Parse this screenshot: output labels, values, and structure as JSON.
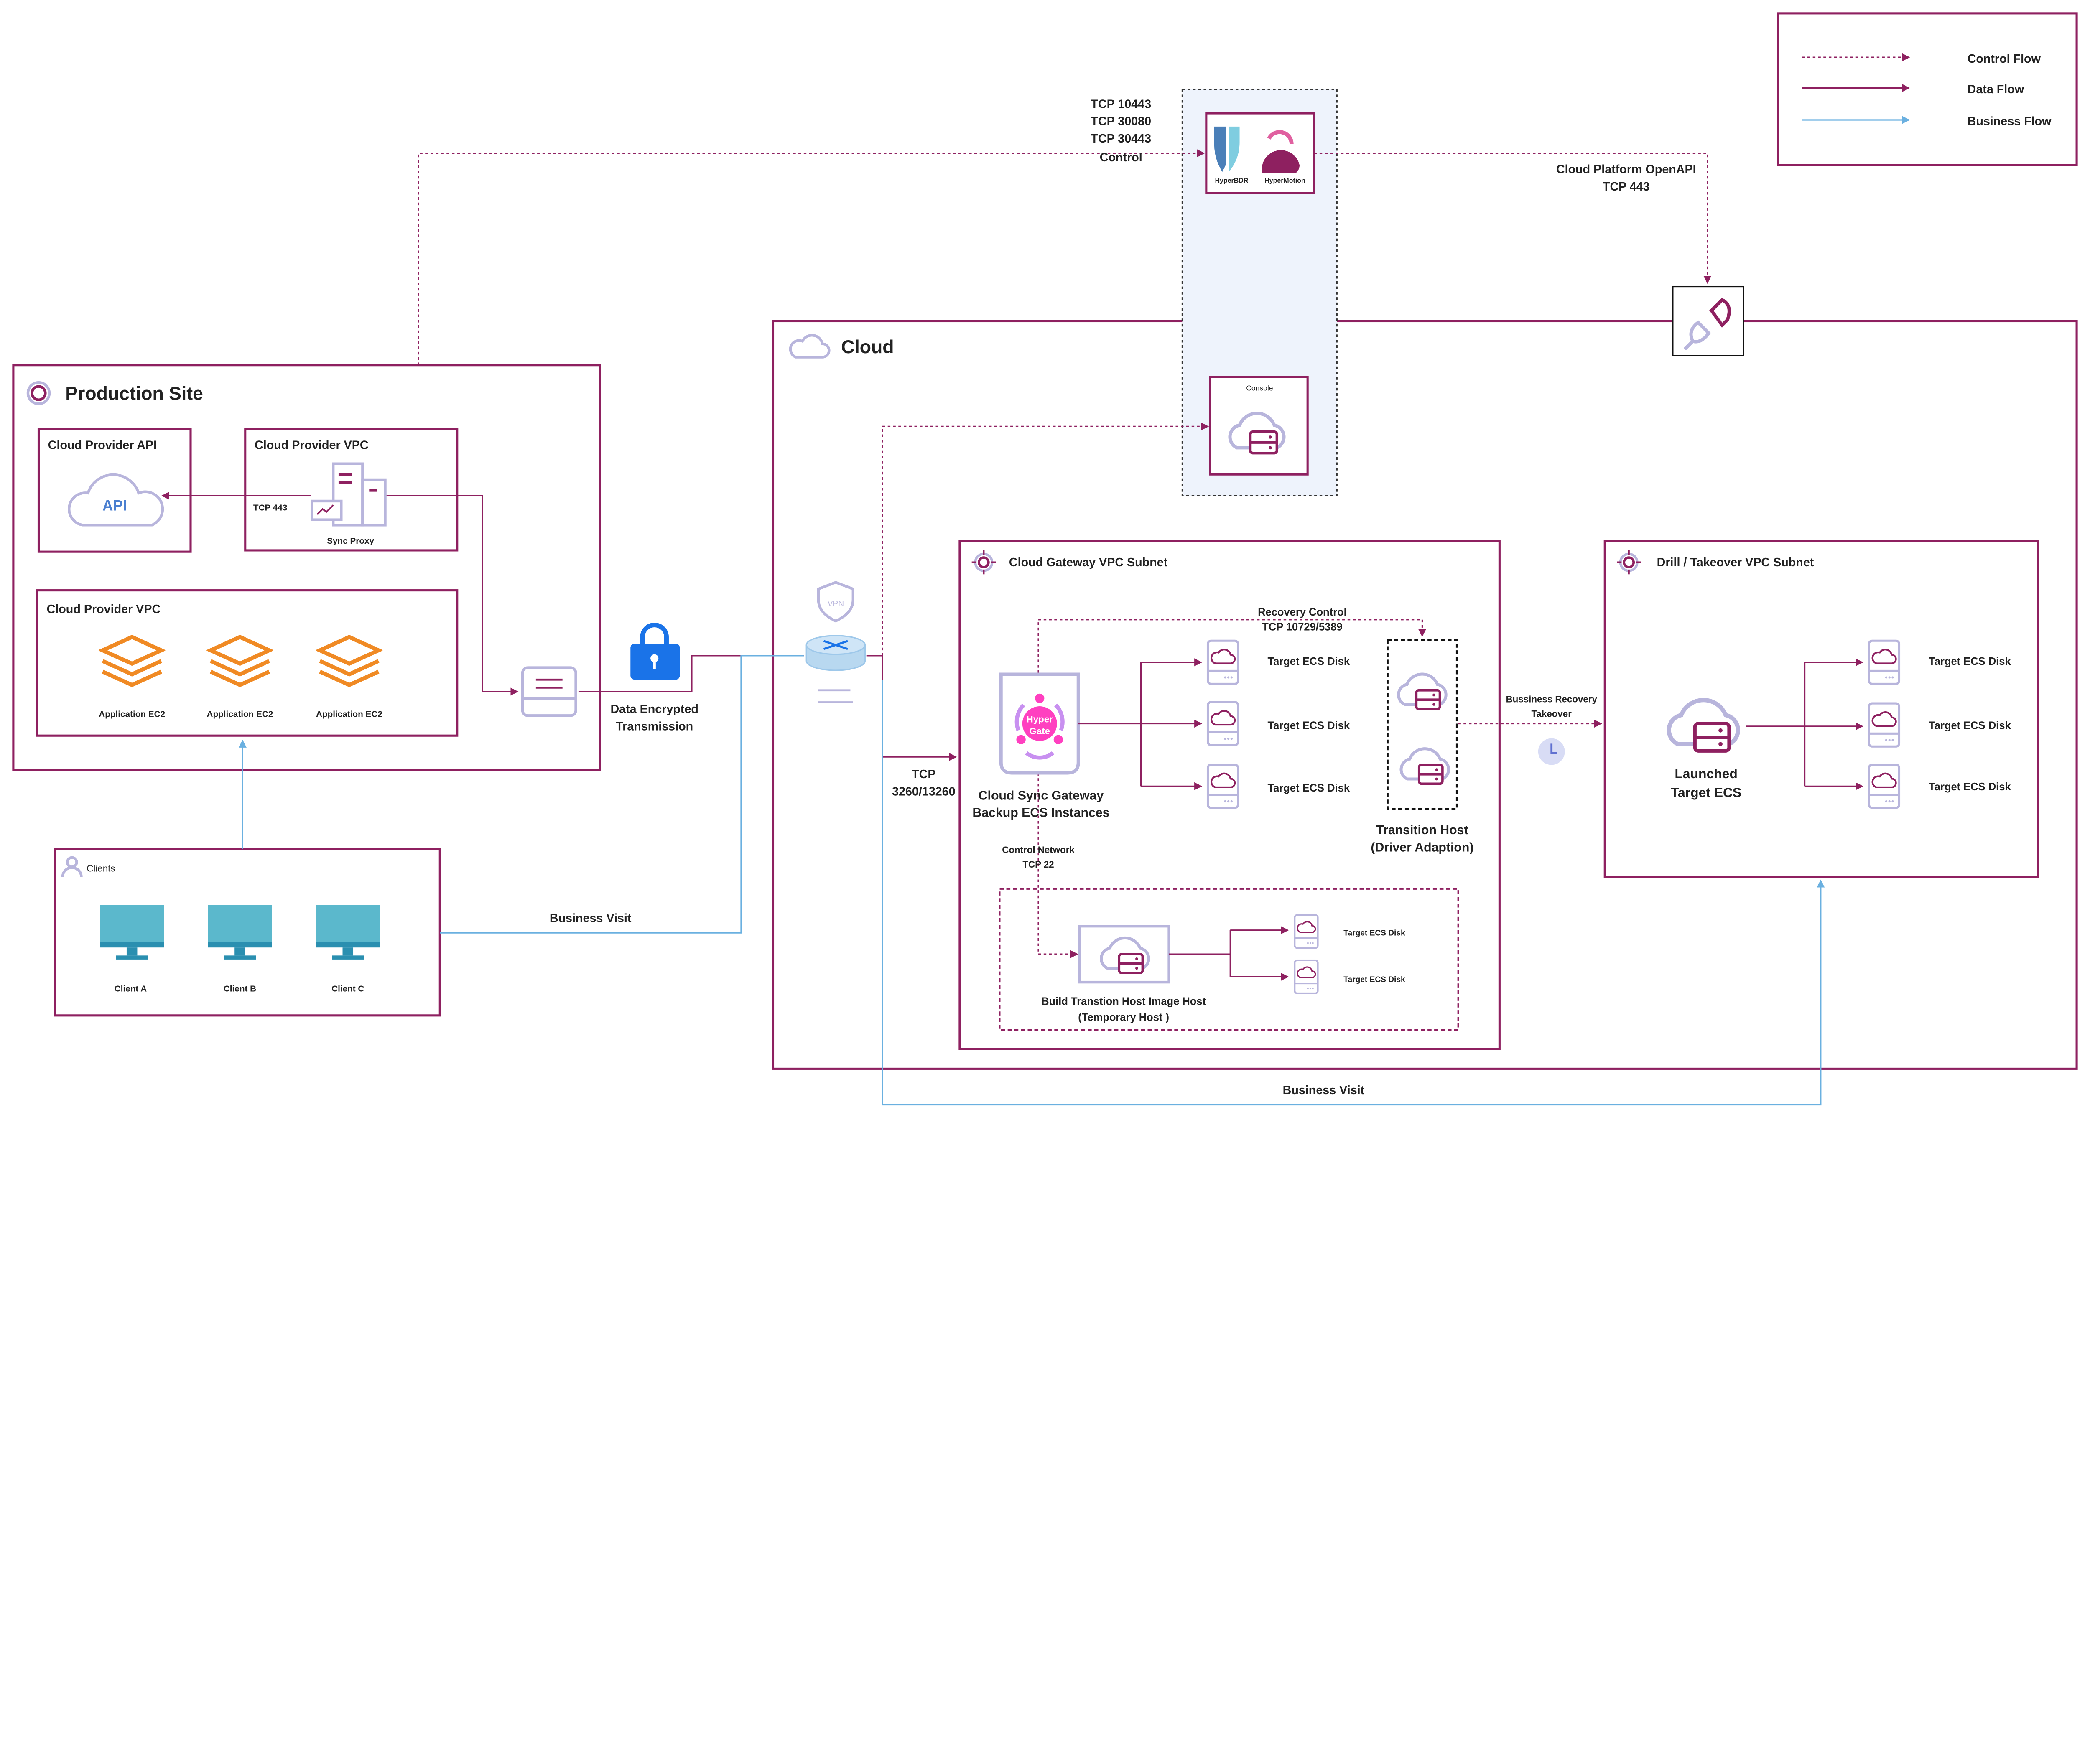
{
  "legend": {
    "control_flow": "Control Flow",
    "data_flow": "Data Flow",
    "business_flow": "Business Flow"
  },
  "colors": {
    "accent": "#8e2060",
    "business": "#6ab0e0",
    "light_icon": "#b8b5dc",
    "orange": "#f08a24",
    "monitor": "#5bb8cc",
    "mgmt_bg": "#eef3fc"
  },
  "production": {
    "title": "Production Site",
    "api_box": "Cloud Provider API",
    "api_icon": "API",
    "vpc_box": "Cloud Provider VPC",
    "tcp": "TCP 443",
    "sync_proxy": "Sync Proxy",
    "vpc2_box": "Cloud Provider VPC",
    "apps": [
      "Application EC2",
      "Application EC2",
      "Application EC2"
    ]
  },
  "clients": {
    "title": "Clients",
    "items": [
      "Client A",
      "Client B",
      "Client C"
    ]
  },
  "transit": {
    "enc1": "Data Encrypted",
    "enc2": "Transmission",
    "vpn": "VPN",
    "business_visit_1": "Business Visit",
    "business_visit_2": "Business Visit"
  },
  "control": {
    "ports": [
      "TCP 10443",
      "TCP 30080",
      "TCP 30443"
    ],
    "label": "Control",
    "openapi": "Cloud Platform OpenAPI",
    "openapi_tcp": "TCP 443"
  },
  "mgmt": {
    "hyperbdr": "HyperBDR",
    "hypermotion": "HyperMotion",
    "console": "Console"
  },
  "cloud": {
    "title": "Cloud",
    "tcp1": "TCP",
    "tcp2": "3260/13260"
  },
  "gateway": {
    "title": "Cloud Gateway VPC Subnet",
    "hypergate1": "Hyper",
    "hypergate2": "Gate",
    "name1": "Cloud Sync Gateway",
    "name2": "Backup ECS Instances",
    "recovery1": "Recovery Control",
    "recovery2": "TCP 10729/5389",
    "disks": [
      "Target ECS Disk",
      "Target ECS Disk",
      "Target ECS Disk"
    ],
    "transition1": "Transition Host",
    "transition2": "(Driver Adaption)",
    "ctrlnet1": "Control Network",
    "ctrlnet2": "TCP 22",
    "build1": "Build Transtion Host Image Host",
    "build2": "(Temporary  Host )",
    "temp_disks": [
      "Target ECS Disk",
      "Target ECS Disk"
    ]
  },
  "takeover": {
    "l1": "Bussiness Recovery",
    "l2": "Takeover"
  },
  "drill": {
    "title": "Drill / Takeover VPC Subnet",
    "launched1": "Launched",
    "launched2": "Target ECS",
    "disks": [
      "Target ECS Disk",
      "Target ECS Disk",
      "Target ECS Disk"
    ]
  }
}
